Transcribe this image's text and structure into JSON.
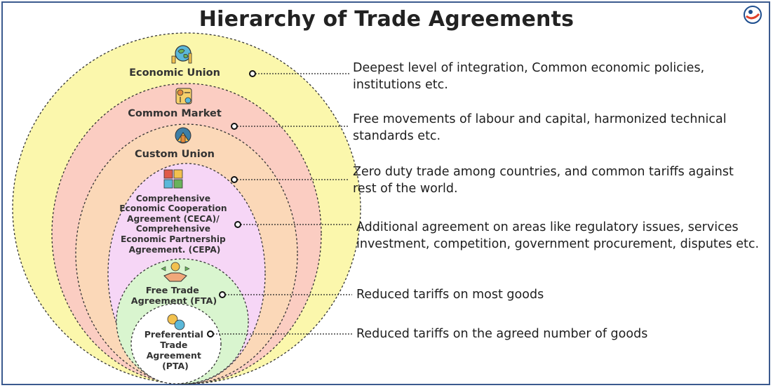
{
  "title": "Hierarchy of Trade Agreements",
  "levels": [
    {
      "name": "Economic Union",
      "icon": "economic-union-icon",
      "fill": "#fbf7ac",
      "description": "Deepest level of integration, Common economic policies, institutions etc."
    },
    {
      "name": "Common Market",
      "icon": "common-market-icon",
      "fill": "#fbcdc2",
      "description": "Free movements of labour and capital, harmonized technical standards etc."
    },
    {
      "name": "Custom Union",
      "icon": "custom-union-icon",
      "fill": "#fbd8b8",
      "description": "Zero duty trade among countries, and common tariffs against rest of the world."
    },
    {
      "name_lines": [
        "Comprehensive",
        "Economic Cooperation",
        "Agreement (CECA)/",
        "Comprehensive",
        "Economic Partnership",
        "Agreement. (CEPA)"
      ],
      "icon": "ceca-cepa-icon",
      "fill": "#f6d6f6",
      "description": "Additional agreement on areas like regulatory issues, services investment, competition, government procurement, disputes etc."
    },
    {
      "name_lines": [
        "Free Trade",
        "Agreement (FTA)"
      ],
      "icon": "handshake-icon",
      "fill": "#d9f5cf",
      "description": "Reduced tariffs on most goods"
    },
    {
      "name_lines": [
        "Preferential",
        "Trade",
        "Agreement",
        "(PTA)"
      ],
      "icon": "pta-icon",
      "fill": "#ffffff",
      "description": "Reduced tariffs on the agreed number of goods"
    }
  ]
}
